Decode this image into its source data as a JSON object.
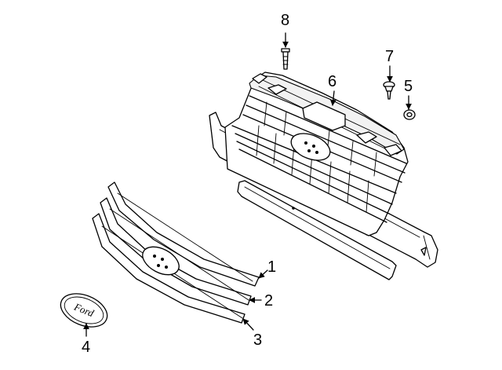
{
  "callouts": {
    "c1": "1",
    "c2": "2",
    "c3": "3",
    "c4": "4",
    "c5": "5",
    "c6": "6",
    "c7": "7",
    "c8": "8"
  },
  "emblem": {
    "text": "Ford"
  }
}
